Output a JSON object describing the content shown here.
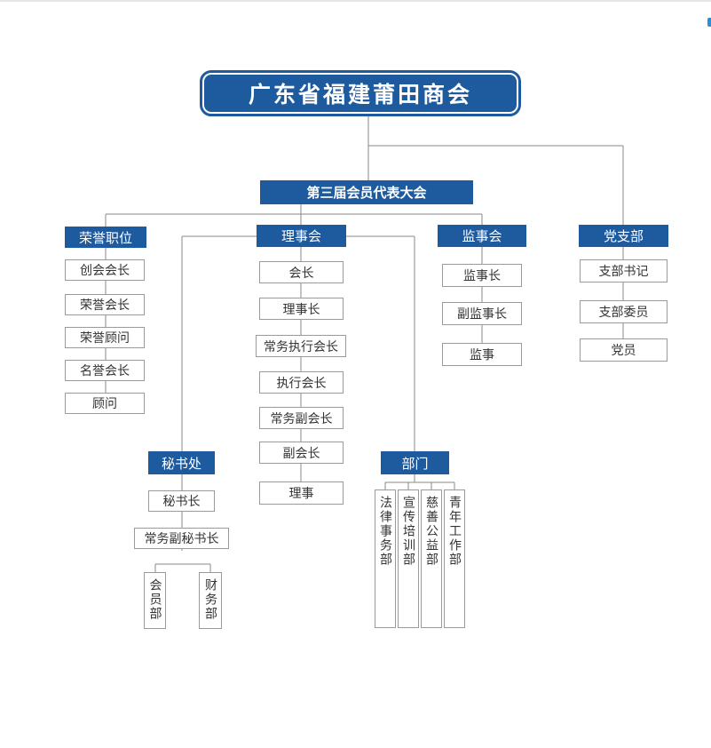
{
  "title": "广东省福建莆田商会",
  "assembly": "第三届会员代表大会",
  "honor": {
    "label": "荣誉职位",
    "items": [
      "创会会长",
      "荣誉会长",
      "荣誉顾问",
      "名誉会长",
      "顾问"
    ]
  },
  "council": {
    "label": "理事会",
    "items": [
      "会长",
      "理事长",
      "常务执行会长",
      "执行会长",
      "常务副会长",
      "副会长",
      "理事"
    ]
  },
  "supervisory": {
    "label": "监事会",
    "items": [
      "监事长",
      "副监事长",
      "监事"
    ]
  },
  "party": {
    "label": "党支部",
    "items": [
      "支部书记",
      "支部委员",
      "党员"
    ]
  },
  "secretariat": {
    "label": "秘书处",
    "items": [
      "秘书长",
      "常务副秘书长"
    ],
    "subs": [
      "会员部",
      "财务部"
    ]
  },
  "departments": {
    "label": "部门",
    "items": [
      "法律事务部",
      "宣传培训部",
      "慈善公益部",
      "青年工作部"
    ]
  },
  "colors": {
    "primary": "#1e5a9e",
    "border": "#9a9a9a",
    "line": "#8a8a8a"
  }
}
